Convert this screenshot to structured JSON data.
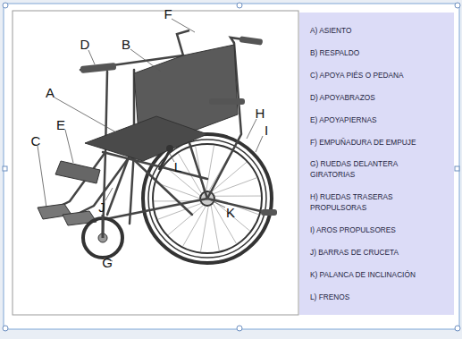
{
  "diagram": {
    "nodes": [
      {
        "text": [
          "A) ASIENTO",
          "B) RESPALDO",
          "C) APOYA PIÉS O PEDANA",
          "D) APOYABRAZOS",
          "E) APOYAPIERNAS",
          "F) EMPUÑADURA DE EMPUJE",
          "G) RUEDAS DELANTERA GIRATORIAS",
          "H) RUEDAS TRASERAS PROPULSORAS",
          "I) AROS PROPULSORES",
          "J) BARRAS DE CRUCETA",
          "K) PALANCA DE INCLINACIÓN",
          "L) FRENOS"
        ]
      }
    ],
    "labels": [
      "F",
      "D",
      "B",
      "A",
      "H",
      "I",
      "E",
      "C",
      "L",
      "J",
      "K",
      "G"
    ]
  }
}
